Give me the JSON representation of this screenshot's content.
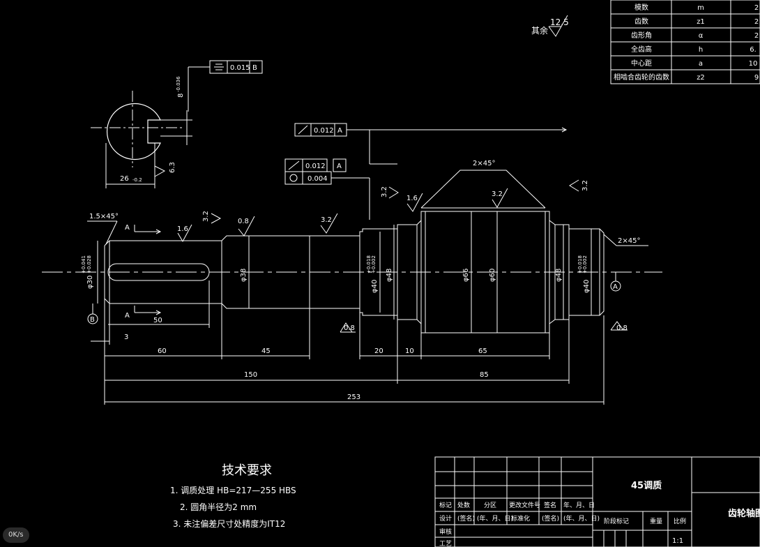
{
  "param_table": {
    "rows": [
      {
        "label": "模数",
        "symbol": "m",
        "value": "2"
      },
      {
        "label": "齿数",
        "symbol": "z1",
        "value": "2"
      },
      {
        "label": "齿形角",
        "symbol": "α",
        "value": "2"
      },
      {
        "label": "全齿高",
        "symbol": "h",
        "value": "6."
      },
      {
        "label": "中心距",
        "symbol": "a",
        "value": "10"
      },
      {
        "label": "相啮合齿轮的齿数",
        "symbol": "z2",
        "value": "9"
      }
    ]
  },
  "roughness_rest": {
    "label": "其余",
    "value": "12.5"
  },
  "section": {
    "tolerance": "0.015",
    "datum": "B",
    "keyway_width": "8",
    "keyway_width_tol": "-0.036",
    "depth": "26",
    "depth_tol": "-0.2",
    "roughness": "6.3"
  },
  "frames": {
    "runout_top": {
      "value": "0.012",
      "datum": "A"
    },
    "runout_mid": {
      "value": "0.012",
      "datum": "A"
    },
    "cyl": {
      "value": "0.004"
    }
  },
  "chamfers": {
    "left": "1.5×45°",
    "gear": "2×45°",
    "right": "2×45°"
  },
  "roughness": {
    "r16a": "1.6",
    "r32a": "3.2",
    "r08a": "0.8",
    "r32b": "3.2",
    "r32c": "3.2",
    "r16b": "1.6",
    "r32d": "3.2",
    "r32e": "3.2",
    "r08b": "0.8",
    "r08c": "0.8"
  },
  "section_marks": {
    "a_top": "A",
    "a_bottom": "A",
    "datum_a": "A",
    "datum_b": "B"
  },
  "diameters": {
    "d30": "φ30",
    "d30_tol_up": "+0.041",
    "d30_tol_lo": "+0.028",
    "d38": "φ38",
    "d40l": "φ40",
    "d40l_tol_up": "+0.018",
    "d40l_tol_lo": "+0.002",
    "d48l": "φ48",
    "d66": "φ66",
    "d60": "φ60",
    "d48r": "φ48",
    "d40r": "φ40",
    "d40r_tol_up": "+0.018",
    "d40r_tol_lo": "+0.002"
  },
  "lengths": {
    "l50": "50",
    "l3": "3",
    "l60": "60",
    "l45": "45",
    "l20": "20",
    "l10": "10",
    "l65": "65",
    "l150": "150",
    "l85": "85",
    "l253": "253"
  },
  "requirements": {
    "title": "技术要求",
    "items": [
      "1.  调质处理  HB=217—255 HBS",
      "2.  圆角半径为2 mm",
      "3.  未注偏差尺寸处精度为IT12"
    ]
  },
  "title_block": {
    "material": "45调质",
    "part_name": "齿轮轴图",
    "row_labels": [
      "标记",
      "处数",
      "分区",
      "更改文件号",
      "签名",
      "年、月、日"
    ],
    "design_row": [
      "设计",
      "(签名)",
      "(年、月、日)",
      "标准化",
      "(签名)",
      "(年、月、日)"
    ],
    "review": "审核",
    "process": "工艺",
    "stage_label": "阶段标记",
    "weight_label": "重量",
    "scale_label": "比例",
    "scale_value": "1:1"
  },
  "overlay": {
    "speed": "0K/s"
  }
}
